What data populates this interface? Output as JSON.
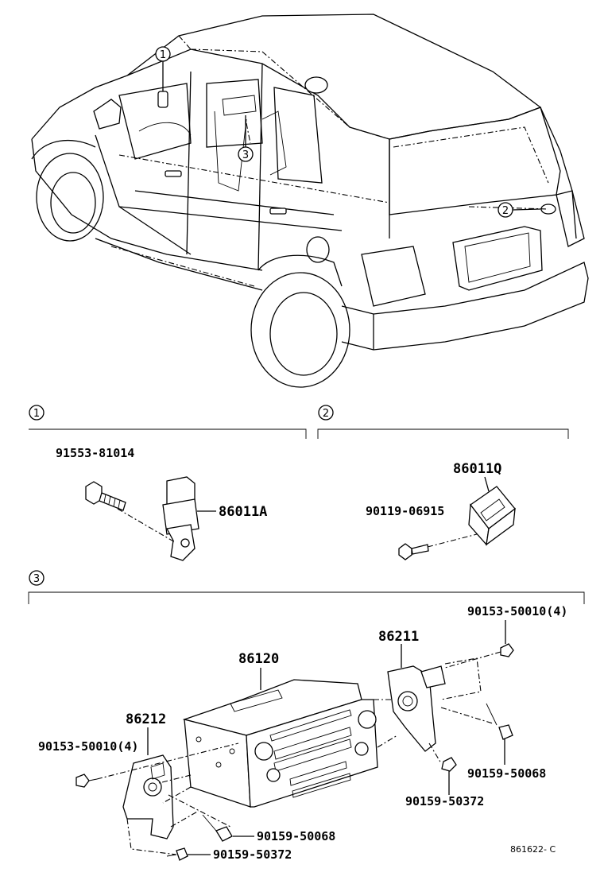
{
  "callouts": {
    "c1": "1",
    "c2": "2",
    "c3": "3"
  },
  "sections": {
    "s1": "1",
    "s2": "2",
    "s3": "3"
  },
  "parts": {
    "p91553_81014": "91553-81014",
    "p86011A": "86011A",
    "p86011Q": "86011Q",
    "p90119_06915": "90119-06915",
    "p90153_50010_right": "90153-50010(4)",
    "p86211": "86211",
    "p86120": "86120",
    "p86212": "86212",
    "p90153_50010_left": "90153-50010(4)",
    "p90159_50068_right": "90159-50068",
    "p90159_50372_right": "90159-50372",
    "p90159_50068_left": "90159-50068",
    "p90159_50372_left": "90159-50372"
  },
  "reference_code": "861622- C"
}
